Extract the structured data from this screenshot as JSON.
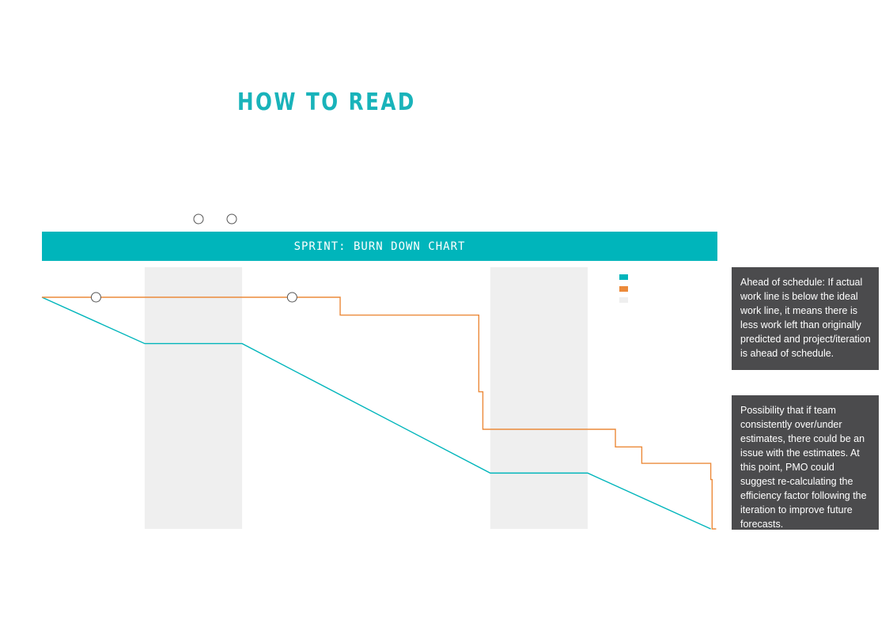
{
  "title": "HOW TO READ",
  "banner": "SPRINT: BURN DOWN CHART",
  "colors": {
    "teal": "#00b5bb",
    "orange": "#ec8a3a",
    "weekend": "#efefef",
    "callout": "#4b4b4d"
  },
  "callouts": {
    "ahead": "Ahead of schedule: If actual work line is below the ideal work line, it means there is less work left than originally predicted and project/iteration is ahead of schedule.",
    "estimates": "Possibility that if team consistently over/under estimates, there could be an issue with the estimates. At this point, PMO could suggest re-calculating the efficiency factor following the iteration to improve future forecasts."
  },
  "chart_data": {
    "type": "line",
    "title": "SPRINT: BURN DOWN CHART",
    "xlim": [
      0,
      100
    ],
    "ylim": [
      0,
      100
    ],
    "grid": false,
    "legend": "top-right, unlabeled swatches",
    "weekend_bands": [
      [
        15.2,
        29.6
      ],
      [
        66.3,
        80.7
      ]
    ],
    "series": [
      {
        "color": "#00b5bb",
        "points": [
          [
            0,
            100
          ],
          [
            15.2,
            80
          ],
          [
            29.6,
            80
          ],
          [
            66.3,
            24.1
          ],
          [
            80.7,
            24.1
          ],
          [
            98.9,
            0
          ]
        ]
      },
      {
        "color": "#ec8a3a",
        "step": true,
        "points": [
          [
            0,
            100
          ],
          [
            8.0,
            100
          ],
          [
            37.0,
            100
          ],
          [
            44.1,
            92.3
          ],
          [
            64.6,
            59.2
          ],
          [
            65.2,
            43
          ],
          [
            84.8,
            35.4
          ],
          [
            88.7,
            28.3
          ],
          [
            98.9,
            21.3
          ],
          [
            99.1,
            0
          ],
          [
            99.7,
            0
          ]
        ]
      }
    ],
    "markers": [
      [
        8.0,
        100
      ],
      [
        37.0,
        100
      ]
    ]
  }
}
